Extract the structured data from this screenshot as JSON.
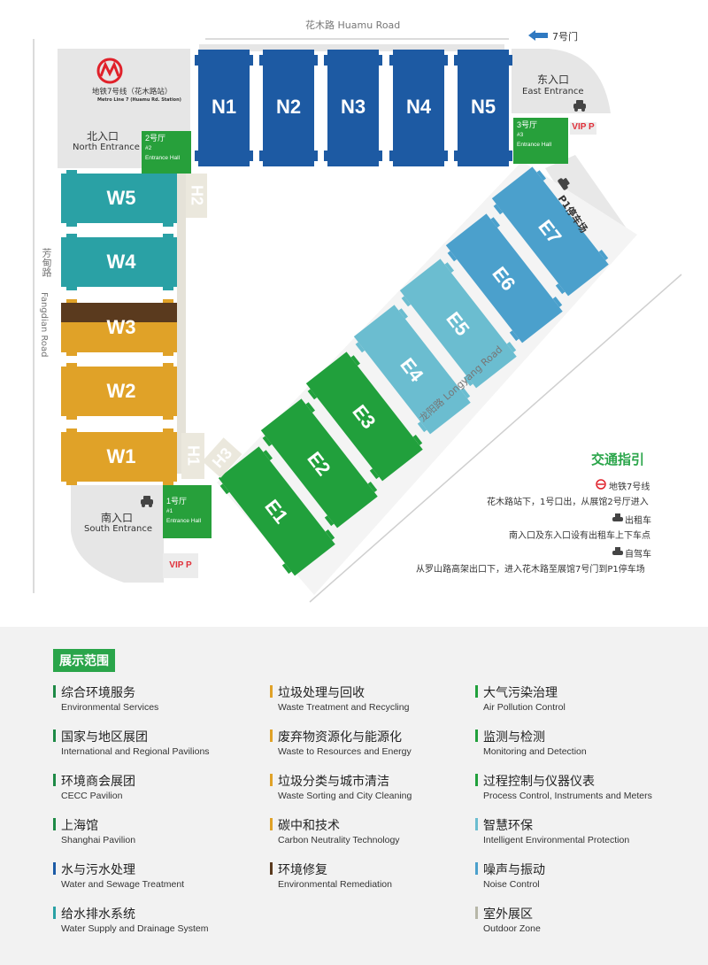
{
  "roads": {
    "north": "花木路 Huamu Road",
    "west_zh": "芳甸路",
    "west_en": "Fangdian Road",
    "southeast": "龙阳路 Longyang Road"
  },
  "gate7": "7号门",
  "metro": {
    "zh": "地铁7号线（花木路站）",
    "en": "Metro Line 7 (Huamu Rd. Station)",
    "logo": "M"
  },
  "entrances": {
    "north": {
      "zh": "北入口",
      "en": "North Entrance"
    },
    "east": {
      "zh": "东入口",
      "en": "East Entrance"
    },
    "south": {
      "zh": "南入口",
      "en": "South Entrance"
    }
  },
  "entrance_halls": [
    {
      "zh": "2号厅",
      "num": "#2",
      "en": "Entrance Hall"
    },
    {
      "zh": "3号厅",
      "num": "#3",
      "en": "Entrance Hall"
    },
    {
      "zh": "1号厅",
      "num": "#1",
      "en": "Entrance Hall"
    }
  ],
  "vip": "VIP P",
  "parking": "P1停车场",
  "halls": {
    "north": [
      "N1",
      "N2",
      "N3",
      "N4",
      "N5"
    ],
    "west": [
      "W5",
      "W4",
      "W3",
      "W2",
      "W1"
    ],
    "east": [
      "E7",
      "E6",
      "E5",
      "E4",
      "E3",
      "E2",
      "E1"
    ],
    "connectors": [
      "H2",
      "H1",
      "H3"
    ]
  },
  "colors": {
    "north": "#1d5aa3",
    "w5": "#2aa1a5",
    "w4": "#2aa1a5",
    "w3_top": "#5a3a1e",
    "w3": "#e0a228",
    "w2": "#e0a228",
    "w1": "#e0a228",
    "e7": "#4ba0cc",
    "e6": "#4ba0cc",
    "e5": "#6bbdd0",
    "e4": "#6bbdd0",
    "e3": "#21a03c",
    "e2": "#21a03c",
    "e1": "#21a03c",
    "entrance_green": "#27a03b",
    "accent_green": "#2aa54a"
  },
  "transport": {
    "title": "交通指引",
    "items": [
      {
        "icon": "metro-icon",
        "title": "地铁7号线",
        "text": "花木路站下，1号口出，从展馆2号厅进入"
      },
      {
        "icon": "taxi-icon",
        "title": "出租车",
        "text": "南入口及东入口设有出租车上下车点"
      },
      {
        "icon": "car-icon",
        "title": "自驾车",
        "text": "从罗山路高架出口下，进入花木路至展馆7号门到P1停车场"
      }
    ]
  },
  "scope": {
    "title": "展示范围",
    "categories": [
      {
        "zh": "综合环境服务",
        "en": "Environmental Services",
        "color": "#1e8a46"
      },
      {
        "zh": "国家与地区展团",
        "en": "International and Regional Pavilions",
        "color": "#1e8a46"
      },
      {
        "zh": "环境商会展团",
        "en": "CECC Pavilion",
        "color": "#1e8a46"
      },
      {
        "zh": "上海馆",
        "en": "Shanghai Pavilion",
        "color": "#1e8a46"
      },
      {
        "zh": "水与污水处理",
        "en": "Water and Sewage Treatment",
        "color": "#1c5ba6"
      },
      {
        "zh": "给水排水系统",
        "en": "Water Supply and Drainage System",
        "color": "#2aa1a5"
      },
      {
        "zh": "垃圾处理与回收",
        "en": "Waste Treatment and Recycling",
        "color": "#e0a228"
      },
      {
        "zh": "废弃物资源化与能源化",
        "en": "Waste to Resources and Energy",
        "color": "#e0a228"
      },
      {
        "zh": "垃圾分类与城市清洁",
        "en": "Waste Sorting and City Cleaning",
        "color": "#e0a228"
      },
      {
        "zh": "碳中和技术",
        "en": "Carbon Neutrality Technology",
        "color": "#e0a228"
      },
      {
        "zh": "环境修复",
        "en": "Environmental Remediation",
        "color": "#5a3a1e"
      },
      {
        "zh": "大气污染治理",
        "en": "Air Pollution Control",
        "color": "#21a03c"
      },
      {
        "zh": "监测与检测",
        "en": "Monitoring and Detection",
        "color": "#21a03c"
      },
      {
        "zh": "过程控制与仪器仪表",
        "en": "Process Control, Instruments and Meters",
        "color": "#21a03c"
      },
      {
        "zh": "智慧环保",
        "en": "Intelligent Environmental Protection",
        "color": "#6bbdd0"
      },
      {
        "zh": "噪声与振动",
        "en": "Noise Control",
        "color": "#4ba0cc"
      },
      {
        "zh": "室外展区",
        "en": "Outdoor Zone",
        "color": "#b7b7a8"
      }
    ]
  }
}
